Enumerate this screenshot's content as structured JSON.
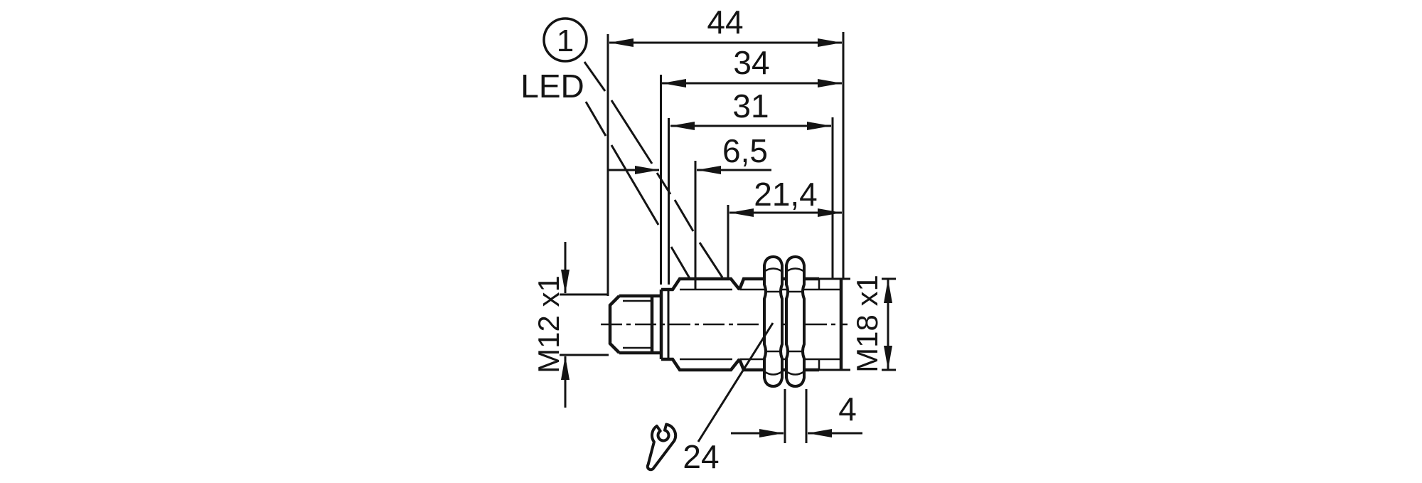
{
  "diagram": {
    "title": "sensor-dimension-drawing",
    "colors": {
      "line": "#141414",
      "background": "#ffffff"
    },
    "dims": {
      "overall_length": "44",
      "housing_length": "34",
      "barrel_length": "31",
      "led_offset": "6,5",
      "thread_length": "21,4",
      "connector_thread": "M12 x1",
      "sensor_thread": "M18 x1",
      "nut_thickness": "4",
      "wrench_size": "24"
    },
    "labels": {
      "led": "LED",
      "callout_1": "1"
    }
  }
}
